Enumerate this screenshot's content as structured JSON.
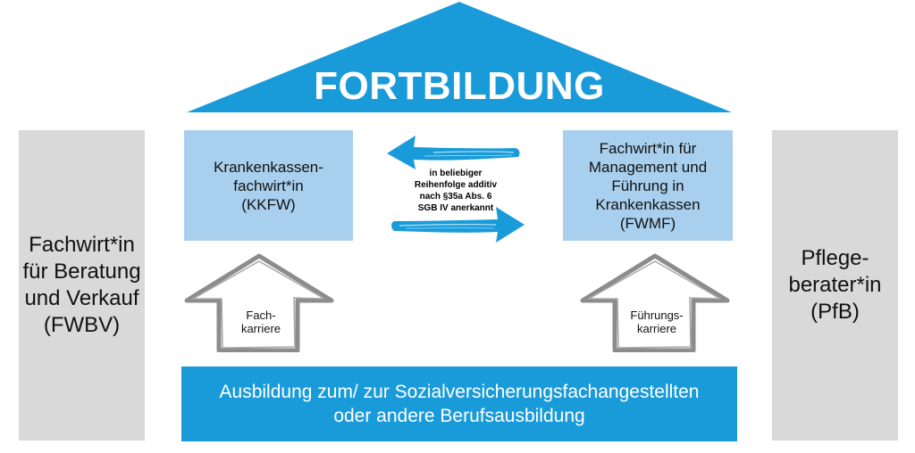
{
  "title": "FORTBILDUNG",
  "left_pillar": "Fachwirt*in\nfür Beratung\nund Verkauf\n(FWBV)",
  "right_pillar": "Pflege-\nberater*in\n(PfB)",
  "box_left": "Krankenkassen-\nfachwirt*in\n(KKFW)",
  "box_right": "Fachwirt*in für\nManagement und\nFührung in\nKrankenkassen\n(FWMF)",
  "arrow_note": "in beliebiger\nReihenfolge additiv\nnach §35a Abs. 6\nSGB IV anerkannt",
  "house_left_label": "Fach-\nkarriere",
  "house_right_label": "Führungs-\nkarriere",
  "base": "Ausbildung zum/ zur Sozialversicherungsfachangestellten\noder andere Berufsausbildung",
  "colors": {
    "primary_blue": "#1a9bd9",
    "light_blue": "#a9cfee",
    "gray": "#d9d9d9",
    "house_gray": "#8c8c8c"
  }
}
